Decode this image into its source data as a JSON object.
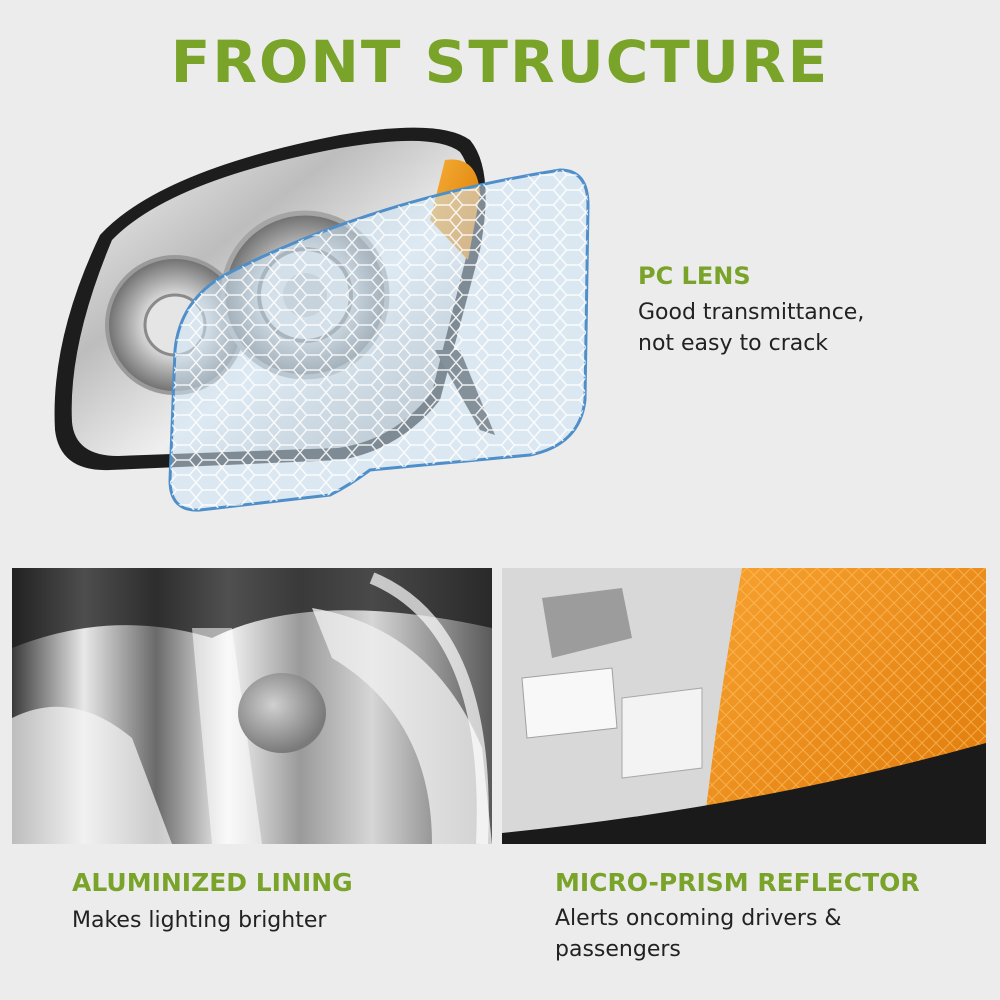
{
  "title": "FRONT STRUCTURE",
  "features": {
    "pc_lens": {
      "title": "PC LENS",
      "desc_line1": "Good transmittance,",
      "desc_line2": "not easy to crack"
    },
    "aluminized": {
      "title": "ALUMINIZED LINING",
      "desc_line1": "Makes lighting brighter"
    },
    "micro_prism": {
      "title": "MICRO-PRISM REFLECTOR",
      "desc_line1": "Alerts oncoming drivers &",
      "desc_line2": "passengers"
    }
  },
  "colors": {
    "accent": "#7aa32a",
    "background": "#ececec",
    "text": "#222222",
    "amber": "#e88a12",
    "lens_blue": "#5a9fd6"
  },
  "icons": [
    "headlight-image",
    "pc-lens-shield-image",
    "aluminized-lining-photo",
    "micro-prism-reflector-photo"
  ]
}
